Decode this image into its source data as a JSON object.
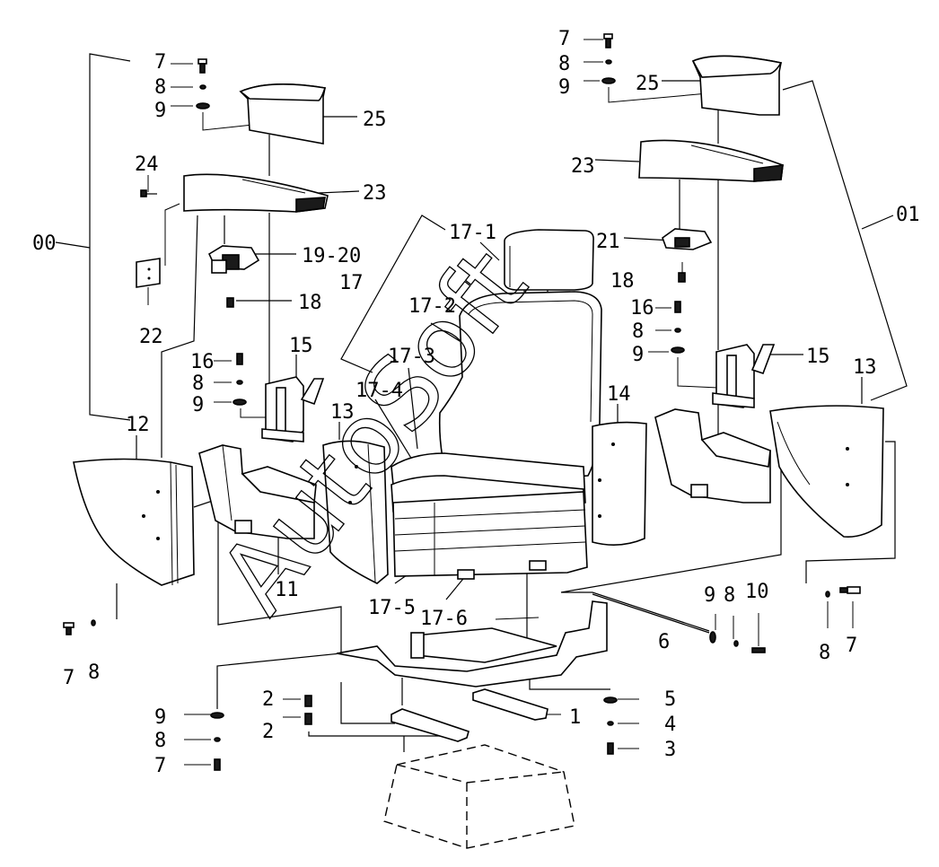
{
  "watermark": "AutoSoft",
  "callouts": {
    "c00": "00",
    "c01": "01",
    "c7a": "7",
    "c8a": "8",
    "c9a": "9",
    "c25a": "25",
    "c24": "24",
    "c23a": "23",
    "c22": "22",
    "c19_20": "19-20",
    "c18a": "18",
    "c16a": "16",
    "c8b": "8",
    "c9b": "9",
    "c15a": "15",
    "c12": "12",
    "c13a": "13",
    "c11": "11",
    "c7b": "7",
    "c8c": "8",
    "c17": "17",
    "c17_1": "17-1",
    "c17_2": "17-2",
    "c17_3": "17-3",
    "c17_4": "17-4",
    "c17_5": "17-5",
    "c17_6": "17-6",
    "c14": "14",
    "c7c": "7",
    "c8d": "8",
    "c9c": "9",
    "c25b": "25",
    "c23b": "23",
    "c21": "21",
    "c18b": "18",
    "c16b": "16",
    "c8e": "8",
    "c9d": "9",
    "c15b": "15",
    "c13b": "13",
    "c9e": "9",
    "c8f": "8",
    "c10": "10",
    "c6": "6",
    "c8g": "8",
    "c7d": "7",
    "c2a": "2",
    "c2b": "2",
    "c9f": "9",
    "c8h": "8",
    "c7e": "7",
    "c1": "1",
    "c5": "5",
    "c4": "4",
    "c3": "3"
  }
}
